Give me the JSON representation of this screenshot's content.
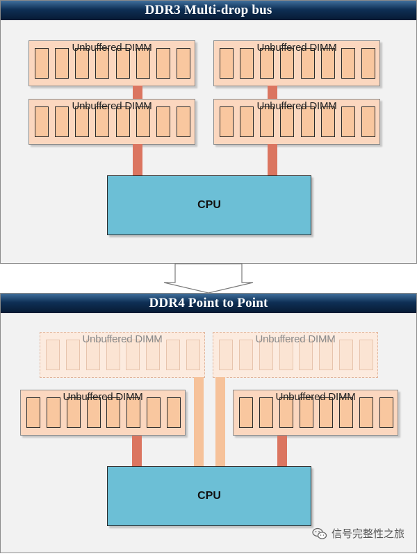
{
  "top_panel": {
    "title": "DDR3 Multi-drop bus"
  },
  "bottom_panel": {
    "title": "DDR4 Point to Point"
  },
  "dimm_label": "Unbuffered DIMM",
  "cpu_label": "CPU",
  "watermark": {
    "text": "信号完整性之旅",
    "icon": "wechat-icon"
  },
  "colors": {
    "banner": "#0e2f55",
    "dimm_fill": "#fbd7bf",
    "chip_fill": "#f9c79f",
    "bus": "#db7560",
    "bus_light": "#f6c29a",
    "cpu_fill": "#6cbfd6"
  }
}
